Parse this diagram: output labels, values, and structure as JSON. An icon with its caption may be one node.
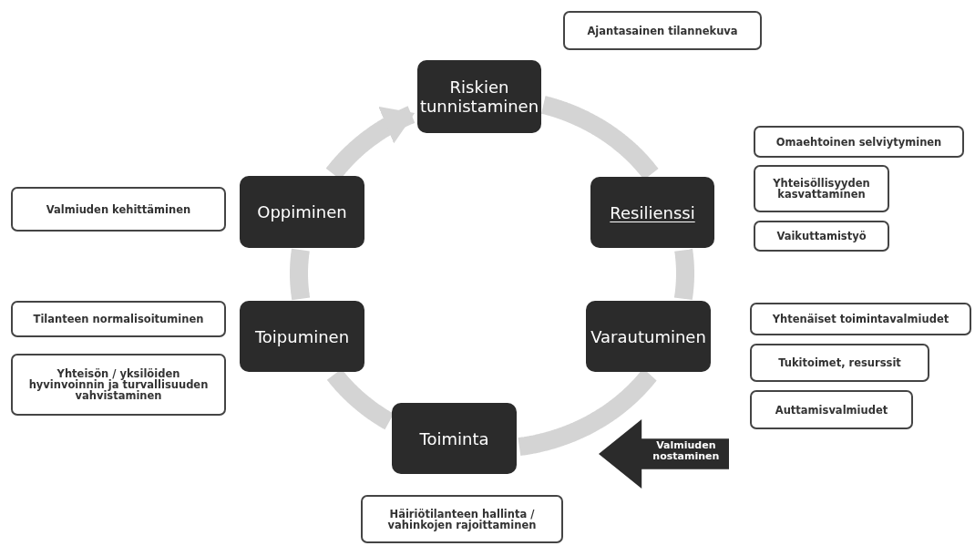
{
  "diagram": {
    "nodes": [
      {
        "text": [
          "Riskien tunnistaminen"
        ]
      },
      {
        "text": [
          "Resilienssi"
        ]
      },
      {
        "text": [
          "Varautuminen"
        ]
      },
      {
        "text": [
          "Toiminta"
        ]
      },
      {
        "text": [
          "Toipuminen"
        ]
      },
      {
        "text": [
          "Oppiminen"
        ]
      },
      {
        "text": [
          "Ajantasainen tilannekuva"
        ]
      },
      {
        "text": [
          "Omaehtoinen selviytyminen"
        ]
      },
      {
        "text": [
          "Yhteisöllisyyden kasvattaminen"
        ]
      },
      {
        "text": [
          "Vaikuttamistyö"
        ]
      },
      {
        "text": [
          "Yhtenäiset toimintavalmiudet"
        ]
      },
      {
        "text": [
          "Tukitoimet, resurssit"
        ]
      },
      {
        "text": [
          "Auttamisvalmiudet"
        ]
      },
      {
        "text": [
          "Valmiuden nostaminen"
        ]
      },
      {
        "text": [
          "Häiriötilanteen hallinta / vahinkojen rajoittaminen"
        ]
      },
      {
        "text": [
          "Valmiuden kehittäminen"
        ]
      },
      {
        "text": [
          "Tilanteen normalisoituminen"
        ]
      },
      {
        "text": [
          "Yhteisön / yksilöiden hyvinvoinnin ja turvallisuuden vahvistaminen"
        ]
      }
    ],
    "edges": [
      {
        "from": 0,
        "to": 1,
        "arrow": "none"
      },
      {
        "from": 1,
        "to": 2,
        "arrow": "none"
      },
      {
        "from": 2,
        "to": 3,
        "arrow": "none"
      },
      {
        "from": 3,
        "to": 4,
        "arrow": "none"
      },
      {
        "from": 4,
        "to": 5,
        "arrow": "none"
      },
      {
        "from": 5,
        "to": 0,
        "arrow": "to"
      }
    ]
  }
}
